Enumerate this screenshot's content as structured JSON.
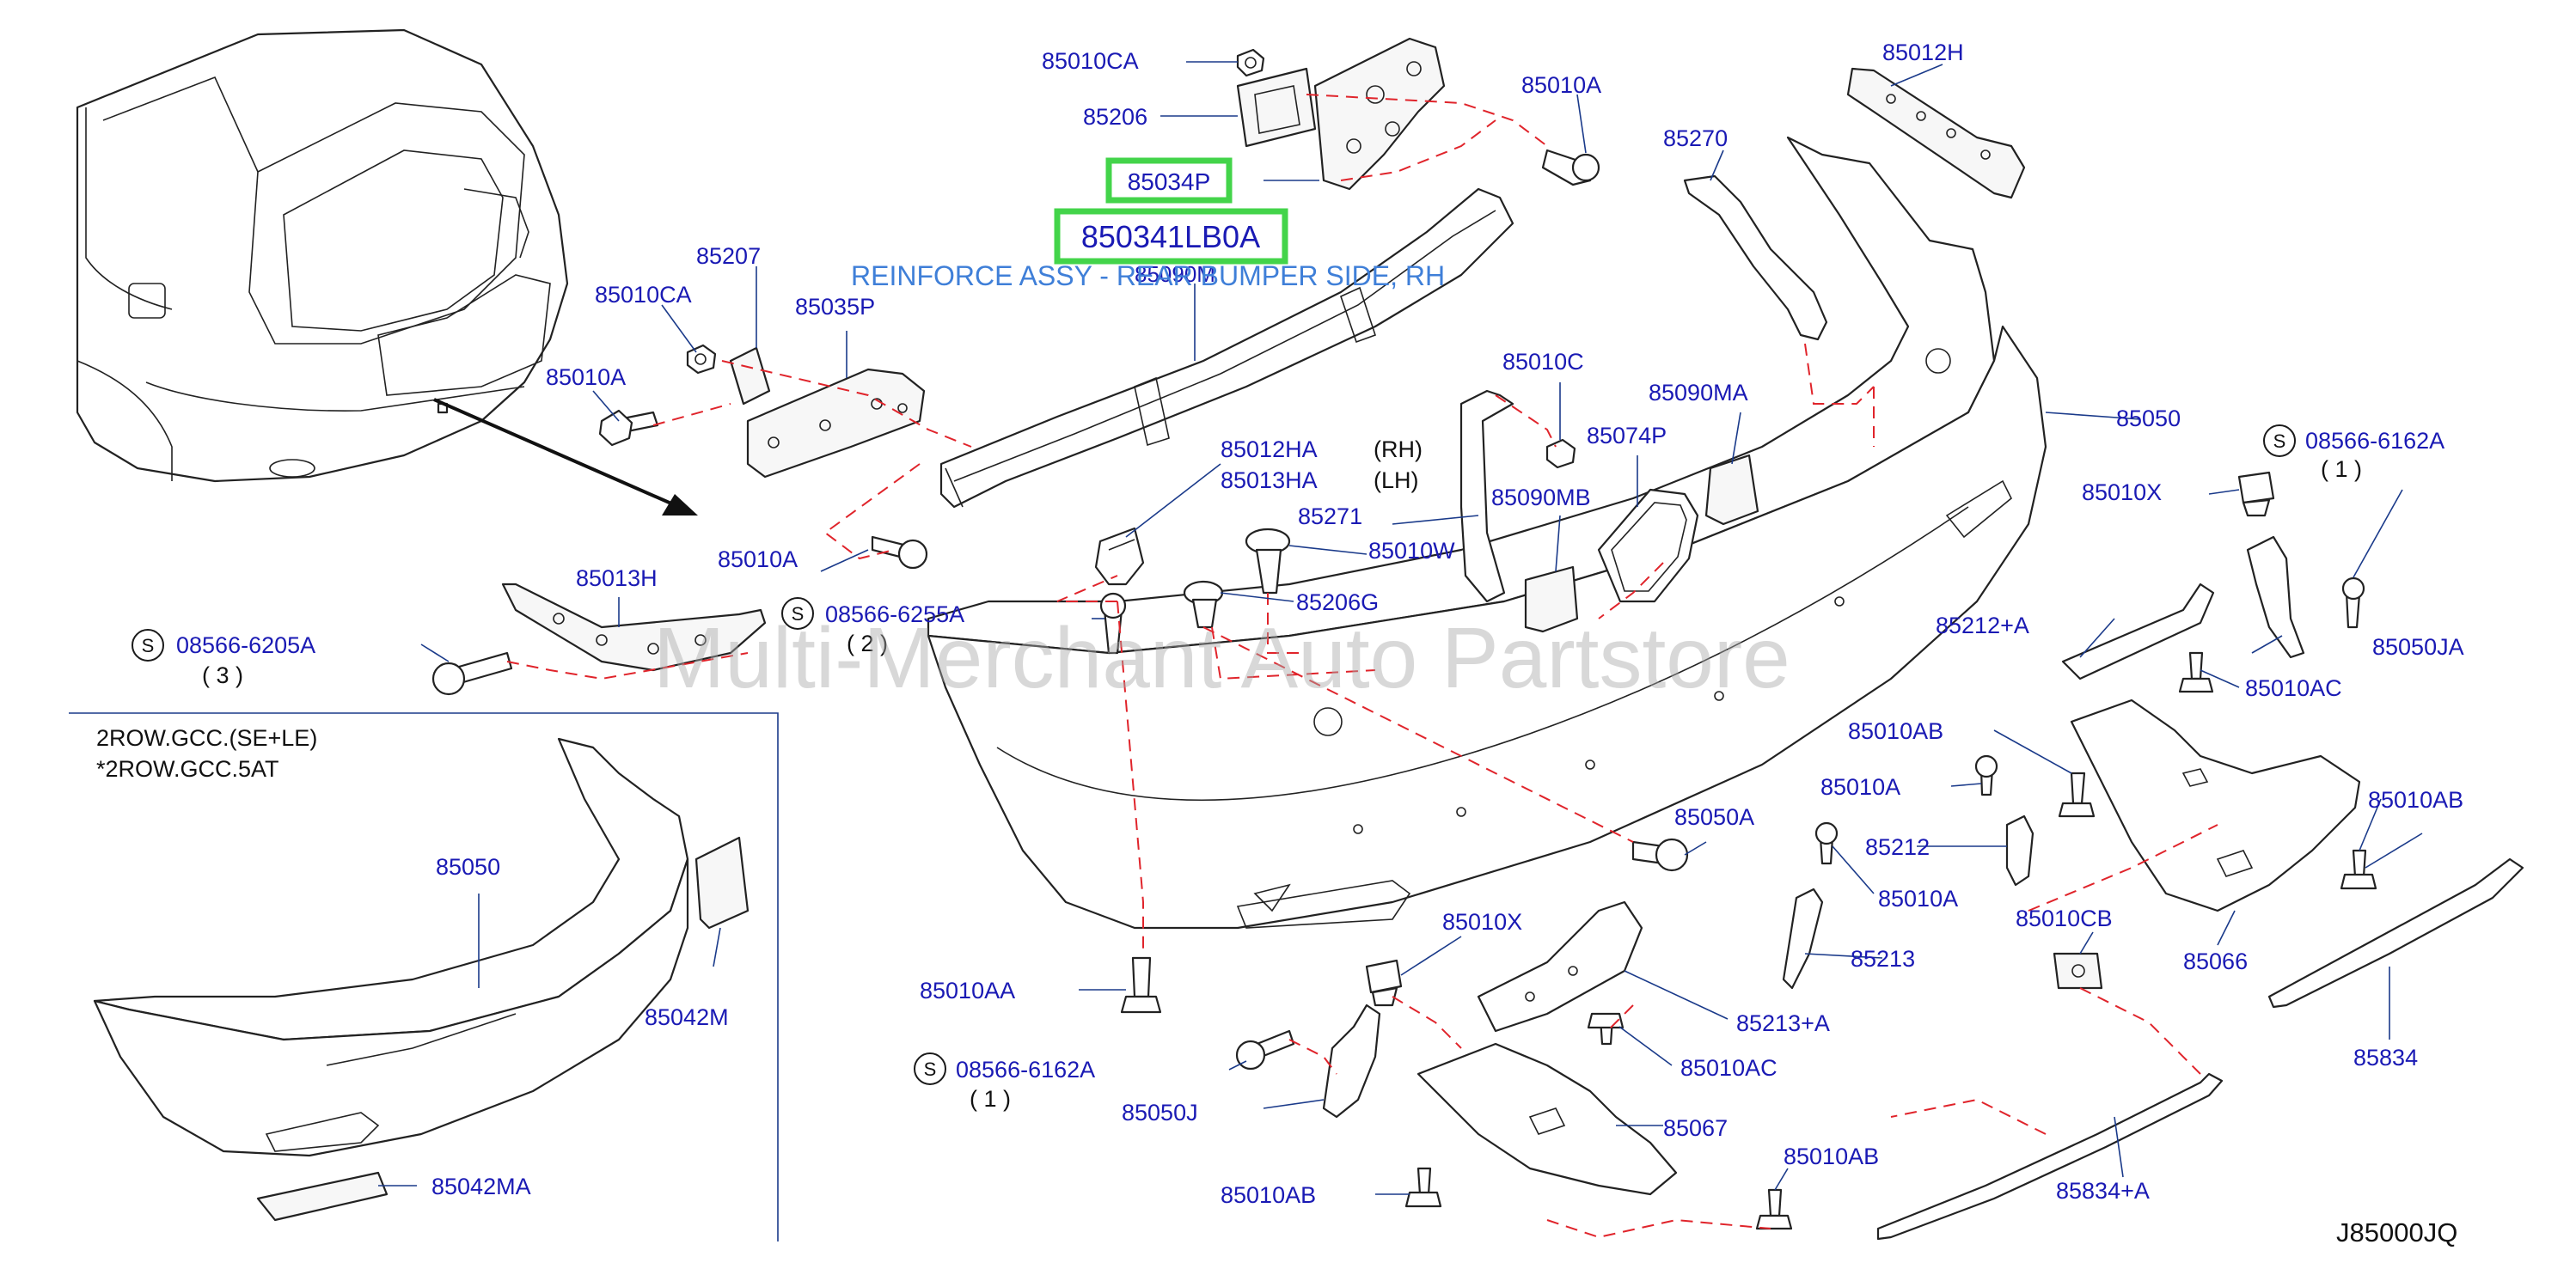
{
  "diagram": {
    "highlight": {
      "part_small": "85034P",
      "part_large": "850341LB0A"
    },
    "description": "REINFORCE ASSY - REAR BUMPER SIDE, RH",
    "watermark": "Multi-Merchant Auto Partstore",
    "code": "J85000JQ",
    "inset_variant": [
      "2ROW.GCC.(SE+LE)",
      "*2ROW.GCC.5AT"
    ],
    "side_rh": "(RH)",
    "side_lh": "(LH)",
    "s_symbol": "S",
    "qty_3": "( 3 )",
    "qty_2": "( 2 )",
    "qty_1": "( 1 )",
    "labels": {
      "p85010CA_top": "85010CA",
      "p85206": "85206",
      "p85010A_top": "85010A",
      "p85012H": "85012H",
      "p85270": "85270",
      "p85090M": "85090M",
      "p85207": "85207",
      "p85010CA_left": "85010CA",
      "p85035P": "85035P",
      "p85010A_left": "85010A",
      "p85010A_mid": "85010A",
      "p85010C": "85010C",
      "p85090MA": "85090MA",
      "p85074P": "85074P",
      "p85090MB": "85090MB",
      "p85050": "85050",
      "p08566_6162A_right": "08566-6162A",
      "p85010X_right": "85010X",
      "p85012HA": "85012HA",
      "p85013HA": "85013HA",
      "p85271": "85271",
      "p85010W": "85010W",
      "p85206G": "85206G",
      "p85013H": "85013H",
      "p08566_6205A": "08566-6205A",
      "p08566_6255A": "08566-6255A",
      "p85212A": "85212+A",
      "p85050JA": "85050JA",
      "p85010AC_right": "85010AC",
      "p85010AB_right1": "85010AB",
      "p85010A_right": "85010A",
      "p85010AB_right2": "85010AB",
      "p85050A": "85050A",
      "p85212": "85212",
      "p85010A_r2": "85010A",
      "p85213": "85213",
      "p85010CB": "85010CB",
      "p85066": "85066",
      "p85834": "85834",
      "p85010AA": "85010AA",
      "p85010X_mid": "85010X",
      "p85213A": "85213+A",
      "p85010AC_mid": "85010AC",
      "p08566_6162A_mid": "08566-6162A",
      "p85050J": "85050J",
      "p85067": "85067",
      "p85010AB_bottom": "85010AB",
      "p85010AB_bottom2": "85010AB",
      "p85834A": "85834+A",
      "p85050_inset": "85050",
      "p85042M": "85042M",
      "p85042MA": "85042MA"
    }
  }
}
